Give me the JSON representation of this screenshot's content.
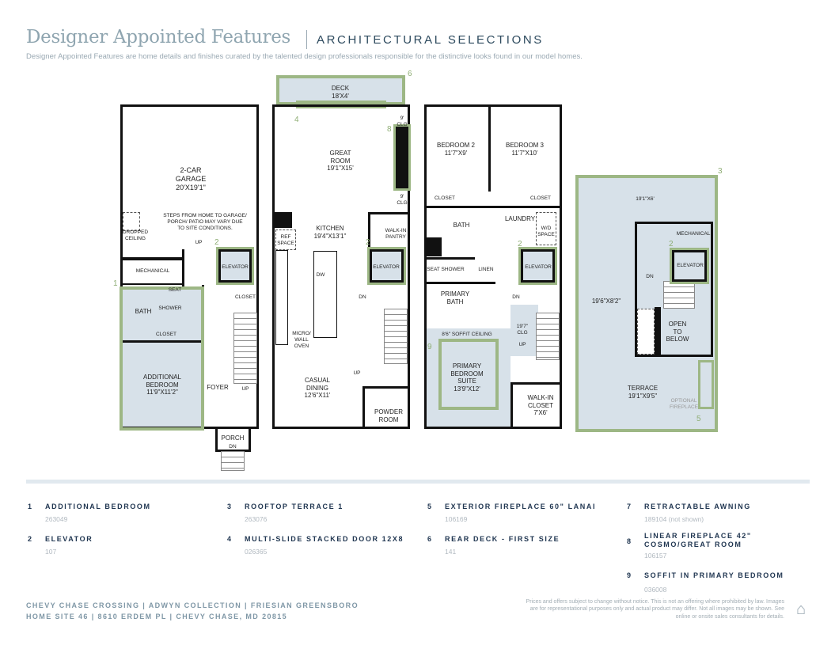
{
  "header": {
    "title": "Designer Appointed Features",
    "subtitle": "ARCHITECTURAL SELECTIONS",
    "intro": "Designer Appointed Features are home details and finishes curated by the talented design professionals responsible for the distinctive looks found in our model homes."
  },
  "plans": {
    "ground": [
      "2-CAR\nGARAGE\n20'X19'1\"",
      "STEPS FROM HOME TO GARAGE/\nPORCH/ PATIO MAY VARY DUE\nTO SITE CONDITIONS.",
      "DROPPED\nCEILING",
      "MECHANICAL",
      "UP",
      "ELEVATOR",
      "CLOSET",
      "BATH",
      "SEAT",
      "SHOWER",
      "CLOSET",
      "ADDITIONAL\nBEDROOM\n11'9\"X11'2\"",
      "FOYER",
      "UP",
      "PORCH",
      "DN"
    ],
    "main": [
      "DECK\n18'X4'",
      "GREAT\nROOM\n19'1\"X15'",
      "9'\nCLG",
      "9'\nCLG",
      "KITCHEN\n19'4\"X13'1\"",
      "REF\nSPACE",
      "DW",
      "WALK-IN\nPANTRY",
      "ELEVATOR",
      "DN",
      "MICRO/\nWALL\nOVEN",
      "UP",
      "CASUAL\nDINING\n12'6\"X11'",
      "POWDER\nROOM"
    ],
    "upper": [
      "BEDROOM 2\n11'7\"X9'",
      "BEDROOM 3\n11'7\"X10'",
      "CLOSET",
      "CLOSET",
      "BATH",
      "LAUNDRY",
      "W/D\nSPACE",
      "SEAT SHOWER",
      "LINEN",
      "ELEVATOR",
      "PRIMARY\nBATH",
      "DN",
      "19'7\"\nCLG",
      "UP",
      "8'6\" SOFFIT CEILING",
      "PRIMARY\nBEDROOM\nSUITE\n13'9\"X12'",
      "WALK-IN\nCLOSET\n7'X6'"
    ],
    "roof": [
      "19'1\"X6'",
      "MECHANICAL",
      "ELEVATOR",
      "DN",
      "19'6\"X8'2\"",
      "OPEN\nTO\nBELOW",
      "TERRACE\n19'1\"X9'5\"",
      "OPTIONAL\nFIREPLACE"
    ],
    "markers": [
      "1",
      "2",
      "2",
      "2",
      "2",
      "3",
      "4",
      "5",
      "6",
      "8",
      "9"
    ]
  },
  "features": [
    {
      "num": "1",
      "title": "ADDITIONAL BEDROOM",
      "code": "263049"
    },
    {
      "num": "2",
      "title": "ELEVATOR",
      "code": "107"
    },
    {
      "num": "3",
      "title": "ROOFTOP TERRACE 1",
      "code": "263076"
    },
    {
      "num": "4",
      "title": "MULTI-SLIDE STACKED DOOR 12X8",
      "code": "026365"
    },
    {
      "num": "5",
      "title": "EXTERIOR FIREPLACE 60\" LANAI",
      "code": "106169"
    },
    {
      "num": "6",
      "title": "REAR DECK - FIRST SIZE",
      "code": "141"
    },
    {
      "num": "7",
      "title": "RETRACTABLE AWNING",
      "code": "189104 (not shown)"
    },
    {
      "num": "8",
      "title": "LINEAR FIREPLACE 42\" COSMO/GREAT ROOM",
      "code": "106157"
    },
    {
      "num": "9",
      "title": "SOFFIT IN PRIMARY BEDROOM",
      "code": "036008"
    }
  ],
  "footer": {
    "line1": "CHEVY CHASE CROSSING  |  ADWYN COLLECTION  |  FRIESIAN GREENSBORO",
    "line2": "HOME SITE 46  |  8610 ERDEM PL  |  CHEVY CHASE, MD 20815",
    "legal": "Prices and offers subject to change without notice. This is not an offering where prohibited by law. Images are for representational purposes only and actual product may differ. Not all images may be shown. See online or onsite sales consultants for details.",
    "eho_icon": "equal-housing-icon"
  }
}
